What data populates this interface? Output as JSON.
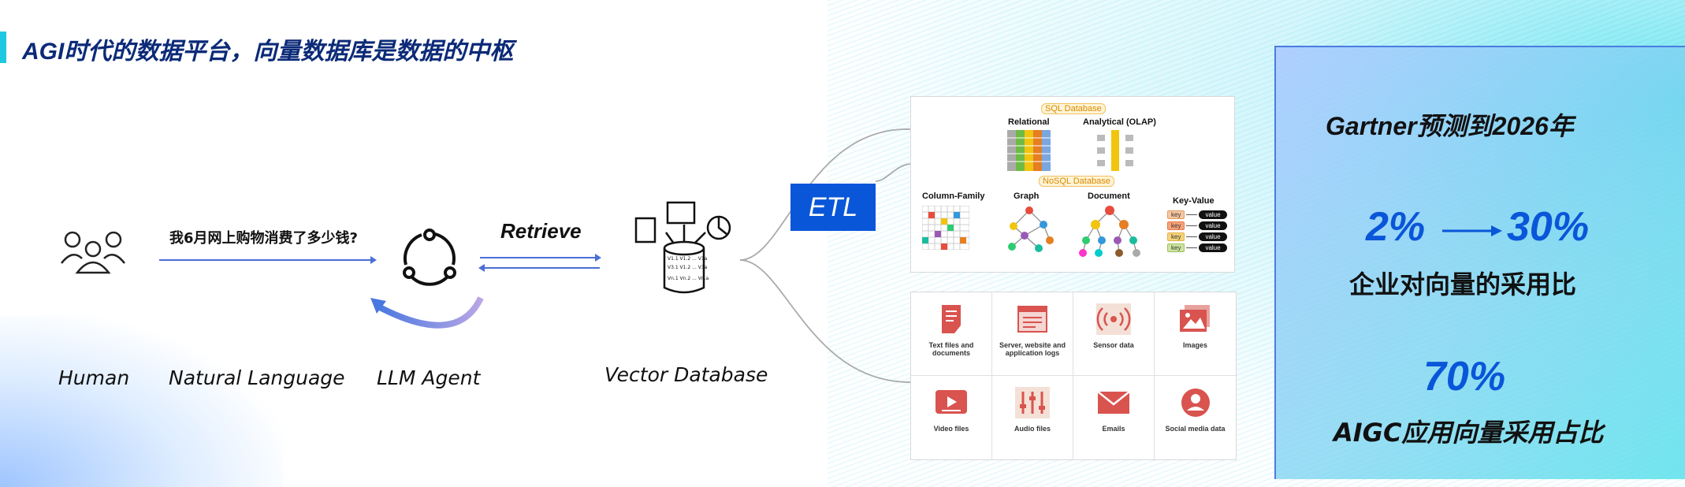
{
  "title": "AGI时代的数据平台，向量数据库是数据的中枢",
  "flow": {
    "query": "我6月网上购物消费了多少钱?",
    "retrieve": "Retrieve",
    "labels": {
      "human": "Human",
      "natural_language": "Natural Language",
      "llm_agent": "LLM Agent",
      "vector_database": "Vector Database"
    },
    "etl": "ETL"
  },
  "databases": {
    "sql_tag": "SQL Database",
    "nosql_tag": "NoSQL Database",
    "relational": "Relational",
    "analytical": "Analytical  (OLAP)",
    "column_family": "Column-Family",
    "graph": "Graph",
    "document": "Document",
    "key_value": "Key-Value",
    "kv_key": "key",
    "kv_value": "value"
  },
  "sources": [
    {
      "label": "Text files and documents",
      "icon": "text-file-icon"
    },
    {
      "label": "Server, website and application logs",
      "icon": "log-icon"
    },
    {
      "label": "Sensor data",
      "icon": "sensor-icon"
    },
    {
      "label": "Images",
      "icon": "image-icon"
    },
    {
      "label": "Video files",
      "icon": "video-icon"
    },
    {
      "label": "Audio files",
      "icon": "audio-icon"
    },
    {
      "label": "Emails",
      "icon": "email-icon"
    },
    {
      "label": "Social media data",
      "icon": "social-icon"
    }
  ],
  "gartner": {
    "title": "Gartner预测到2026年",
    "from": "2%",
    "to": "30%",
    "desc1": "企业对向量的采用比",
    "value2": "70%",
    "desc2": "AIGC应用向量采用占比"
  },
  "colors": {
    "accent": "#0a56d9",
    "title": "#0b2a78",
    "icon_red": "#d9534f"
  }
}
